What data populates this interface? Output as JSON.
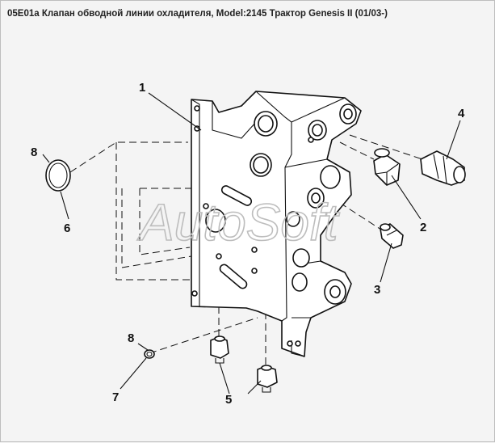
{
  "title": "05E01a Клапан обводной линии охладителя, Model:2145 Трактор Genesis II (01/03-)",
  "watermark": "AutoSoft",
  "callouts": [
    "1",
    "2",
    "3",
    "4",
    "5",
    "6",
    "7",
    "8",
    "8"
  ],
  "colors": {
    "background": "#f4f4f4",
    "line": "#111111",
    "watermark": "#bdbdbd"
  }
}
